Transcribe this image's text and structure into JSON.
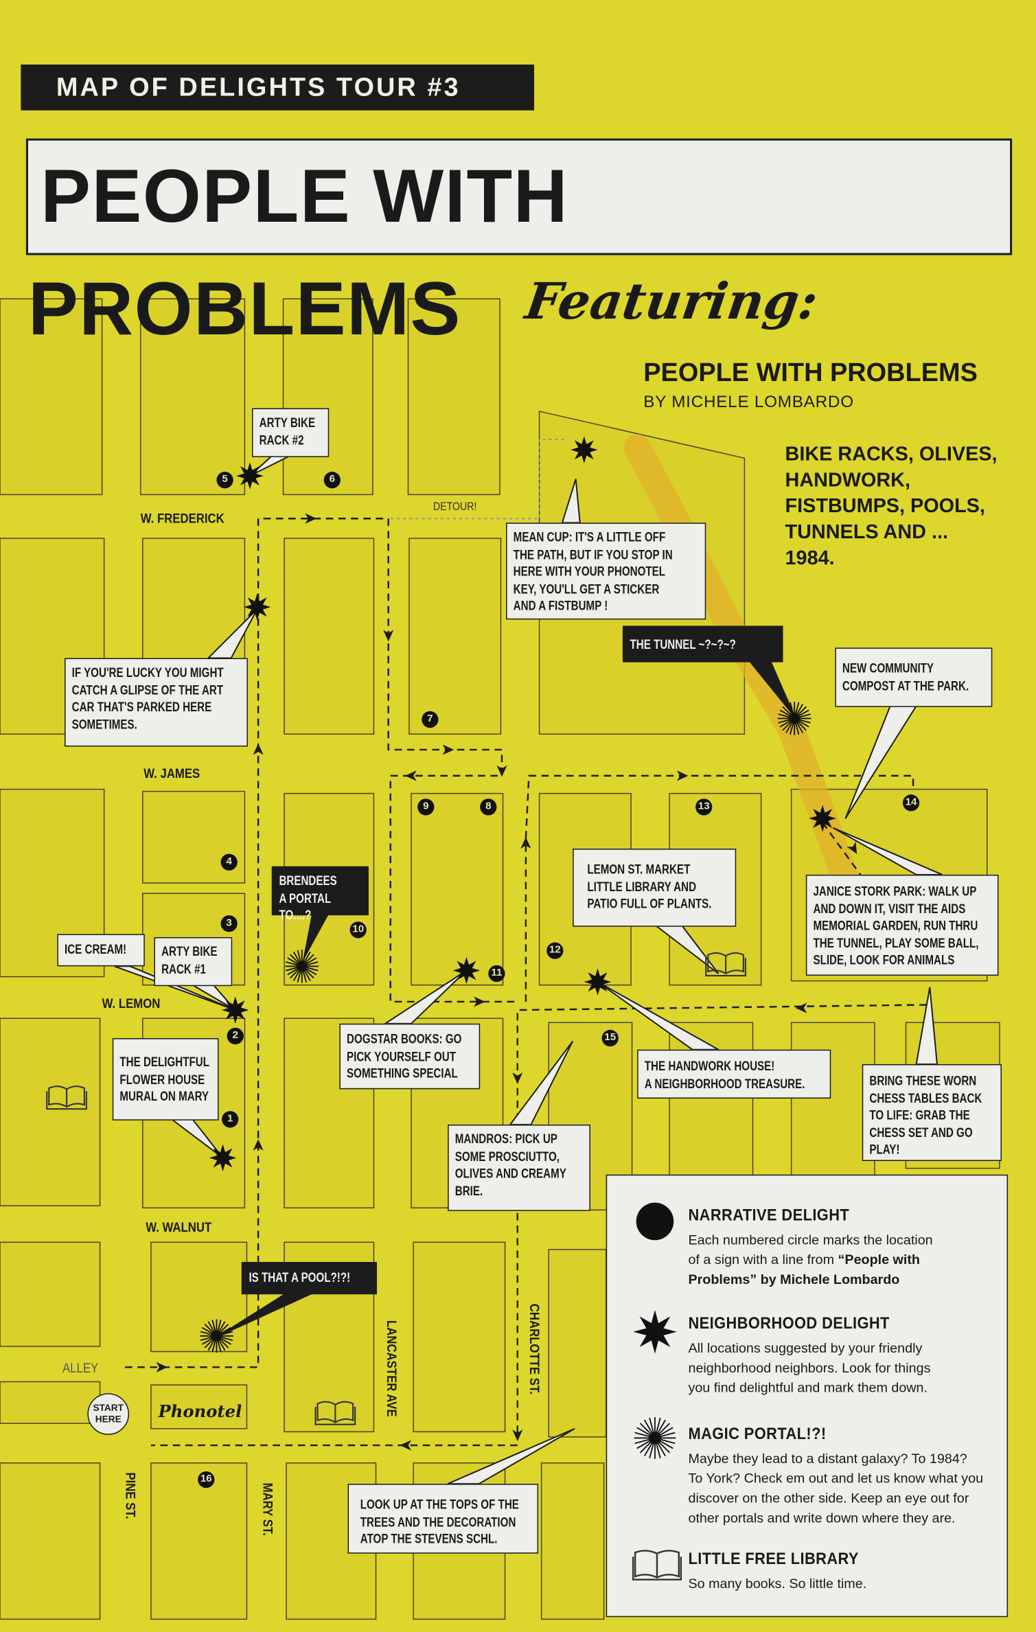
{
  "header": {
    "tour_label": "MAP OF DELIGHTS TOUR #3",
    "title": "PEOPLE WITH PROBLEMS"
  },
  "featuring": {
    "heading": "Featuring:",
    "work_title": "PEOPLE WITH PROBLEMS",
    "author": "BY MICHELE LOMBARDO",
    "highlights": "BIKE RACKS, OLIVES,\nHANDWORK,\nFISTBUMPS, POOLS,\nTUNNELS AND ...\n1984."
  },
  "streets": {
    "frederick": "W. FREDERICK",
    "james": "W. JAMES",
    "lemon": "W. LEMON",
    "walnut": "W. WALNUT",
    "alley": "ALLEY",
    "lancaster": "LANCASTER AVE",
    "charlotte": "CHARLOTTE ST.",
    "pine": "PINE ST.",
    "mary": "MARY ST.",
    "detour": "DETOUR!"
  },
  "callouts": {
    "bike_rack_2": "ARTY BIKE\nRACK #2",
    "art_car": "IF YOU'RE LUCKY YOU MIGHT\nCATCH A GLIPSE OF THE ART\nCAR THAT'S PARKED HERE\nSOMETIMES.",
    "mean_cup": "MEAN CUP: IT'S A LITTLE OFF\nTHE PATH, BUT IF YOU STOP IN\nHERE WITH YOUR PHONOTEL\nKEY, YOU'LL GET A STICKER\nAND A FISTBUMP !",
    "tunnel": "THE TUNNEL ~?~?~?",
    "compost": "NEW COMMUNITY\nCOMPOST AT THE PARK.",
    "lemon_market": "LEMON ST. MARKET\nLITTLE LIBRARY AND\nPATIO FULL OF PLANTS.",
    "brendees": "BRENDEES\nA PORTAL TO....?",
    "ice_cream": "ICE CREAM!",
    "bike_rack_1": "ARTY BIKE\nRACK #1",
    "janice_stork": "JANICE STORK PARK: WALK UP\nAND DOWN IT, VISIT THE AIDS\nMEMORIAL GARDEN, RUN THRU\nTHE TUNNEL, PLAY SOME BALL,\nSLIDE, LOOK FOR ANIMALS",
    "dogstar": "DOGSTAR BOOKS: GO\nPICK YOURSELF OUT\nSOMETHING SPECIAL",
    "handwork": "THE HANDWORK HOUSE!\nA NEIGHBORHOOD TREASURE.",
    "flower_house": "THE DELIGHTFUL\nFLOWER HOUSE\nMURAL ON MARY",
    "chess": "BRING THESE WORN\nCHESS TABLES BACK\nTO LIFE: GRAB THE\nCHESS SET AND GO\nPLAY!",
    "mandros": "MANDROS: PICK UP\nSOME PROSCIUTTO,\nOLIVES AND CREAMY\nBRIE.",
    "pool": "IS THAT A POOL?!?!",
    "look_up": "LOOK UP AT THE TOPS OF THE\nTREES AND THE DECORATION\nATOP THE STEVENS SCHL."
  },
  "stops": [
    "1",
    "2",
    "3",
    "4",
    "5",
    "6",
    "7",
    "8",
    "9",
    "10",
    "11",
    "12",
    "13",
    "14",
    "15",
    "16"
  ],
  "start": "START\nHERE",
  "phonotel": "Phonotel",
  "legend": {
    "narrative": {
      "icon": "filled-circle",
      "title": "NARRATIVE DELIGHT",
      "text": "Each numbered circle marks the location\nof a sign with a line from ",
      "quote": "“People with\nProblems” by Michele Lombardo"
    },
    "neighborhood": {
      "icon": "star",
      "title": "NEIGHBORHOOD DELIGHT",
      "text": "All locations suggested by your friendly\nneighborhood neighbors. Look for things\nyou find delightful and mark them down."
    },
    "portal": {
      "icon": "starburst",
      "title": "MAGIC PORTAL!?!",
      "text": "Maybe they lead to a distant galaxy? To 1984?\nTo York? Check em out and let us know what you\ndiscover on the other side. Keep an eye out for\nother portals and write down where they are."
    },
    "library": {
      "icon": "open-book",
      "title": "LITTLE FREE LIBRARY",
      "text": "So many books. So little time."
    }
  },
  "colors": {
    "background": "#ddd62c",
    "ink": "#1c1c1c",
    "paper": "#eeeeea",
    "tunnel": "#e0b02a"
  }
}
